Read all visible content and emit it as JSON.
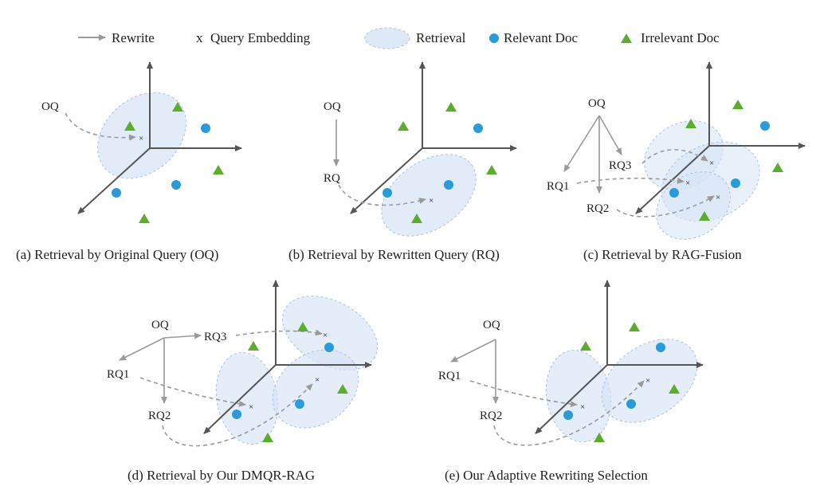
{
  "legend": {
    "rewrite": "Rewrite",
    "query_symbol": "x",
    "query_embedding": "Query Embedding",
    "retrieval": "Retrieval",
    "relevant_doc": "Relevant Doc",
    "irrelevant_doc": "Irrelevant Doc"
  },
  "colors": {
    "relevant": "#2a9bd8",
    "irrelevant": "#5cac2e",
    "retrieval_fill": "#d6e4f5",
    "axis": "#555555",
    "arrow": "#9a9a9a",
    "text": "#222222"
  },
  "panels": {
    "a": {
      "caption": "(a) Retrieval by Original Query (OQ)",
      "oq": "OQ"
    },
    "b": {
      "caption": "(b) Retrieval by Rewritten Query (RQ)",
      "oq": "OQ",
      "rq": "RQ"
    },
    "c": {
      "caption": "(c) Retrieval by RAG-Fusion",
      "oq": "OQ",
      "rq1": "RQ1",
      "rq2": "RQ2",
      "rq3": "RQ3"
    },
    "d": {
      "caption": "(d) Retrieval by Our DMQR-RAG",
      "oq": "OQ",
      "rq1": "RQ1",
      "rq2": "RQ2",
      "rq3": "RQ3"
    },
    "e": {
      "caption": "(e) Our Adaptive Rewriting Selection",
      "oq": "OQ",
      "rq1": "RQ1",
      "rq2": "RQ2"
    }
  }
}
